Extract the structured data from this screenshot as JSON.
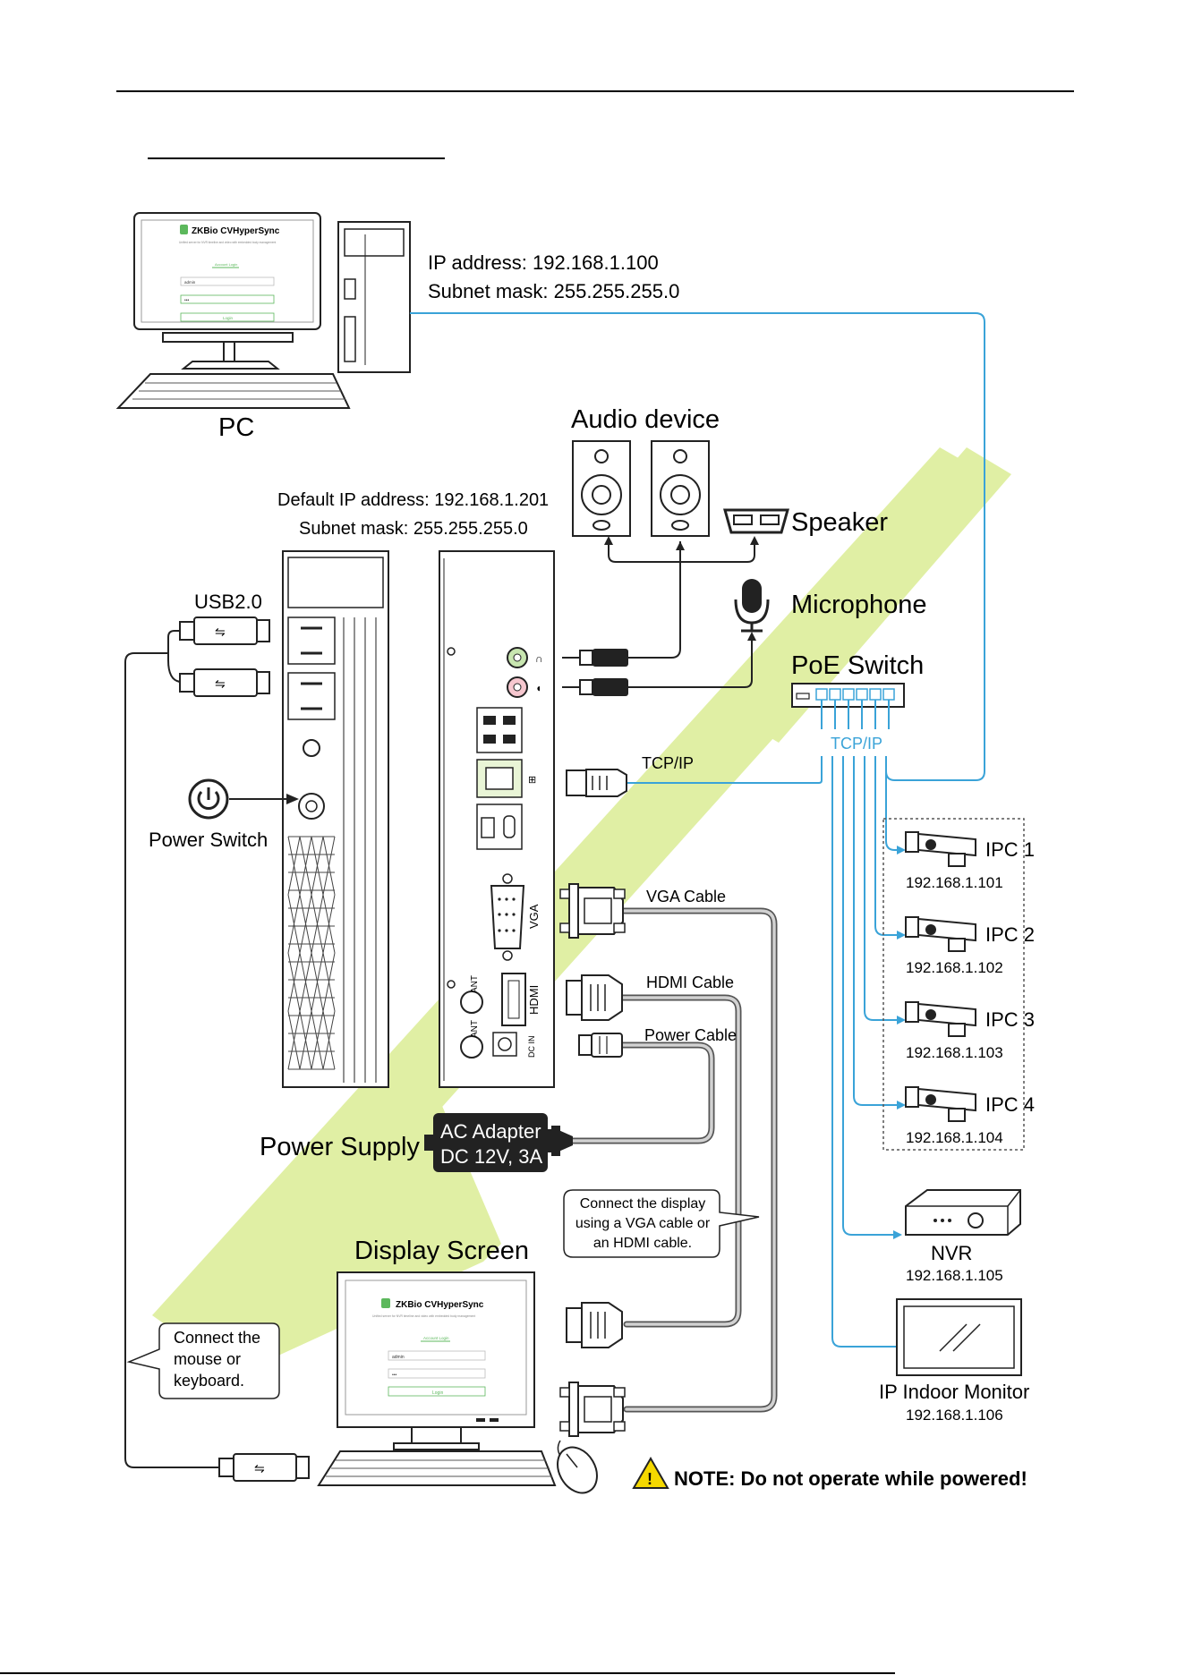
{
  "colors": {
    "cable_blue": "#3aa3d8",
    "cable_grey": "#888888",
    "watermark": "#d6ea86",
    "brand_green": "#5cb85c",
    "note_yellow": "#f5d800",
    "dark": "#1a1a1a"
  },
  "pc": {
    "label": "PC",
    "ip": "IP address: 192.168.1.100",
    "mask": "Subnet mask: 255.255.255.0",
    "screen": {
      "brand": "ZKBio CVHyperSync",
      "subtitle": "Unified server for NVR timeline and video with embedded body management",
      "tab": "Account Login",
      "user": "admin",
      "password": "•••",
      "button": "Login"
    }
  },
  "device": {
    "ip": "Default IP address: 192.168.1.201",
    "mask": "Subnet mask: 255.255.255.0",
    "usb": "USB2.0",
    "power_switch": "Power Switch",
    "port_vga": "VGA",
    "port_hdmi": "HDMI",
    "port_ant1": "ANT",
    "port_ant2": "ANT",
    "port_dc": "DC IN"
  },
  "audio": {
    "title": "Audio device",
    "speaker": "Speaker",
    "microphone": "Microphone"
  },
  "poe": {
    "title": "PoE Switch",
    "tcpip_switch": "TCP/IP",
    "tcpip_cable": "TCP/IP"
  },
  "cables": {
    "vga": "VGA Cable",
    "hdmi": "HDMI Cable",
    "power": "Power Cable"
  },
  "ipcs": [
    {
      "name": "IPC 1",
      "ip": "192.168.1.101"
    },
    {
      "name": "IPC 2",
      "ip": "192.168.1.102"
    },
    {
      "name": "IPC 3",
      "ip": "192.168.1.103"
    },
    {
      "name": "IPC 4",
      "ip": "192.168.1.104"
    }
  ],
  "nvr": {
    "name": "NVR",
    "ip": "192.168.1.105"
  },
  "monitor": {
    "name": "IP Indoor Monitor",
    "ip": "192.168.1.106"
  },
  "power_supply": {
    "label": "Power Supply",
    "adapter_line1": "AC Adapter",
    "adapter_line2": "DC 12V, 3A"
  },
  "display": {
    "title": "Display Screen",
    "callout_line1": "Connect the display",
    "callout_line2": "using a VGA cable or",
    "callout_line3": "an HDMI cable.",
    "screen": {
      "brand": "ZKBio CVHyperSync",
      "subtitle": "Unified server for NVR timeline and video with embedded body management",
      "tab": "Account Login",
      "user": "admin",
      "password": "•••",
      "button": "Login"
    }
  },
  "mouse_callout": {
    "line1": "Connect the",
    "line2": "mouse or",
    "line3": "keyboard."
  },
  "note": "NOTE: Do not operate while powered!"
}
